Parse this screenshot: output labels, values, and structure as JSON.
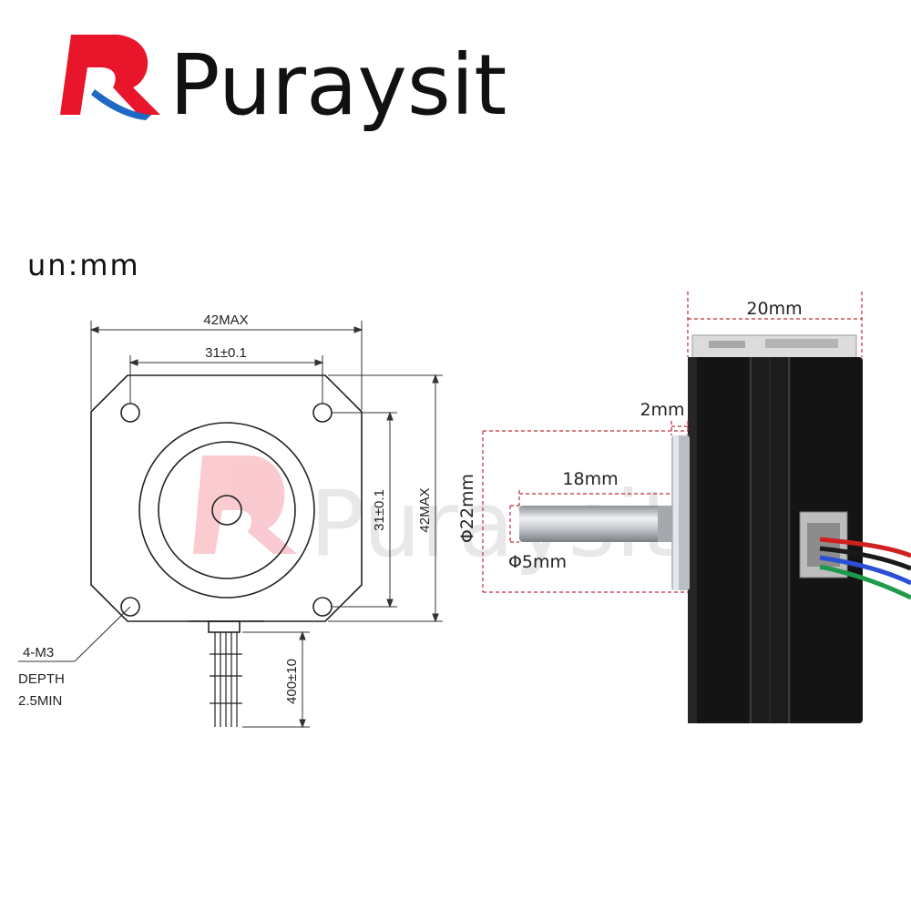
{
  "brand": {
    "name": "Puraysit",
    "logo_letter": "R",
    "colors": {
      "logo_red": "#e8152b",
      "logo_blue": "#1f68c4",
      "text": "#111111"
    }
  },
  "unit_label": "un:mm",
  "front_view": {
    "width_max": "42MAX",
    "hole_spacing_h": "31±0.1",
    "hole_spacing_v": "31±0.1",
    "height_max": "42MAX",
    "mount_holes_line1": "4-M3",
    "mount_holes_line2": "DEPTH",
    "mount_holes_line3": "2.5MIN",
    "cable_length": "400±10"
  },
  "side_view": {
    "body_length": "20mm",
    "boss_height": "2mm",
    "shaft_length": "18mm",
    "boss_diameter": "Φ22mm",
    "shaft_diameter": "Φ5mm"
  },
  "watermark": {
    "text": "Puraysit"
  },
  "colors": {
    "dim_line": "#c0293a",
    "drawing_line": "#222222",
    "motor_body": "#141414",
    "wire_red": "#d01f1f",
    "wire_blue": "#2b4fd6",
    "wire_green": "#1e9a4a"
  }
}
